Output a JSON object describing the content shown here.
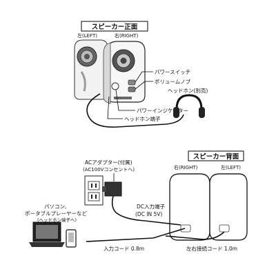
{
  "front": {
    "title": "スピーカー正面",
    "left_label": "左(LEFT)",
    "right_label": "右(RIGHT)",
    "power_switch": "パワースイッチ",
    "volume_knob": "ボリュームノブ",
    "headphones": "ヘッドホン(別売)",
    "power_indicator": "パワーインジケーター",
    "headphone_jack": "ヘッドホン端子"
  },
  "back": {
    "title": "スピーカー背面",
    "right_label": "右(RIGHT)",
    "left_label": "左(LEFT)",
    "ac_adapter_line1": "ACアダプター(付属)",
    "ac_adapter_line2": "(AC100Vコンセントへ)",
    "dc_jack_line1": "DC入力端子",
    "dc_jack_line2": "(DC IN 5V)",
    "source_line1": "パソコン、",
    "source_line2": "ポータブルプレーヤーなど",
    "source_line3": "(ヘッドホン端子へ)",
    "input_cord": "入力コード 0.8m",
    "lr_cord": "左右接続コード 1.0m"
  }
}
